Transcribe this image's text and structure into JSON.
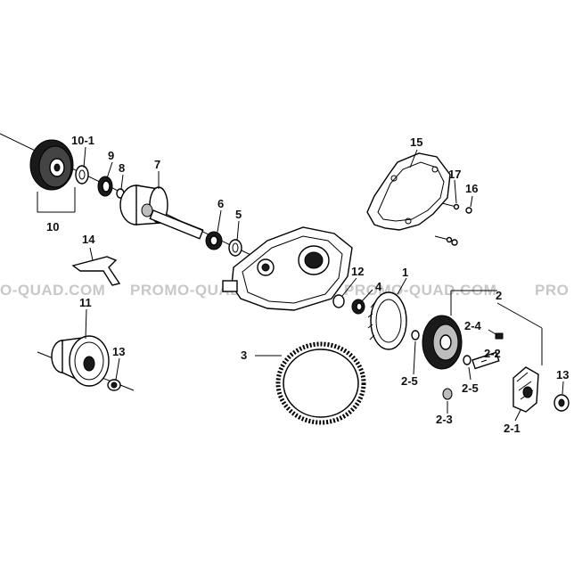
{
  "watermark": {
    "left": "O-QUAD.COM",
    "center": "PROMO-QUAD.COM",
    "center2": "PROMO-QUAD.COM",
    "right": "PRO"
  },
  "callouts": {
    "c10_1": "10-1",
    "c9": "9",
    "c8": "8",
    "c7": "7",
    "c10": "10",
    "c6": "6",
    "c5": "5",
    "c14": "14",
    "c15": "15",
    "c17": "17",
    "c16": "16",
    "c11": "11",
    "c13a": "13",
    "c12": "12",
    "c4": "4",
    "c1": "1",
    "c2": "2",
    "c2_4": "2-4",
    "c2_2": "2-2",
    "c3": "3",
    "c2_5a": "2-5",
    "c2_5b": "2-5",
    "c13b": "13",
    "c2_3": "2-3",
    "c2_1": "2-1"
  }
}
